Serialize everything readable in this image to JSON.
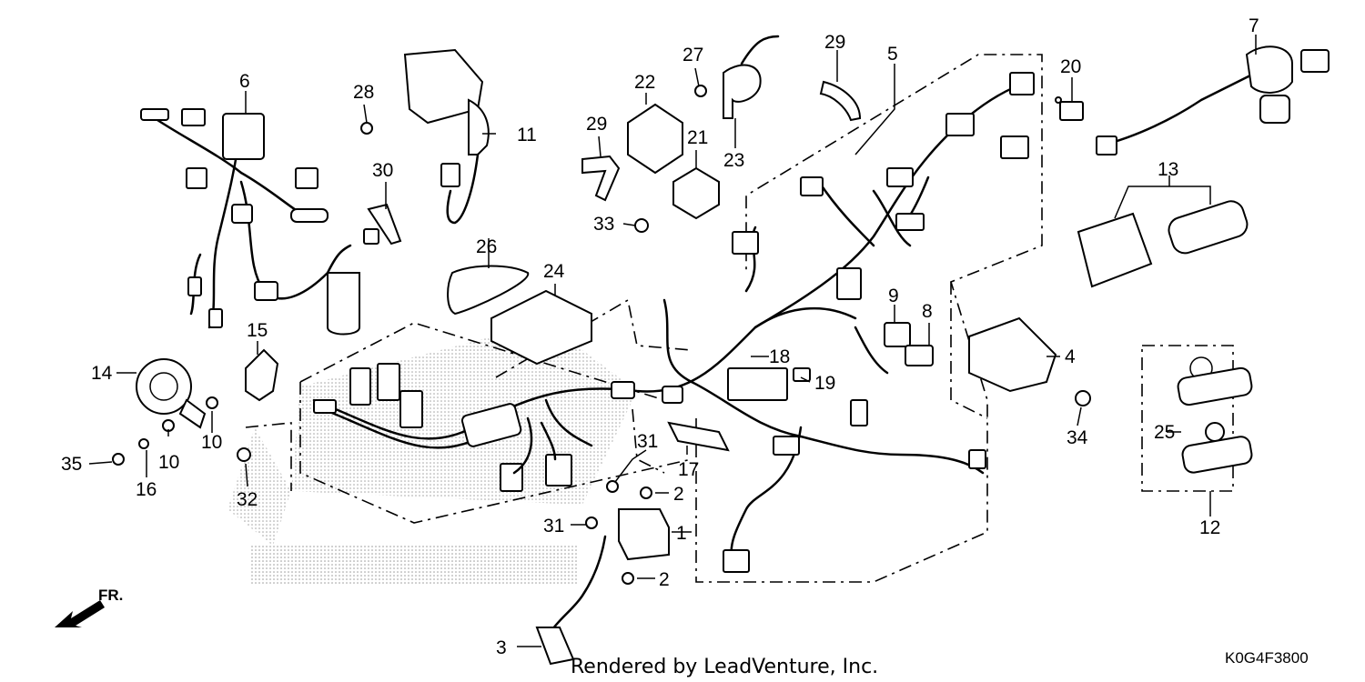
{
  "diagram": {
    "credit": "Rendered by LeadVenture, Inc.",
    "code": "K0G4F3800",
    "direction": "FR.",
    "watermark_icon": "honda-wing-logo-icon",
    "callouts": [
      {
        "id": "c1",
        "label": "1"
      },
      {
        "id": "c2a",
        "label": "2"
      },
      {
        "id": "c2b",
        "label": "2"
      },
      {
        "id": "c3",
        "label": "3"
      },
      {
        "id": "c4",
        "label": "4"
      },
      {
        "id": "c5",
        "label": "5"
      },
      {
        "id": "c6",
        "label": "6"
      },
      {
        "id": "c7",
        "label": "7"
      },
      {
        "id": "c8",
        "label": "8"
      },
      {
        "id": "c9",
        "label": "9"
      },
      {
        "id": "c10a",
        "label": "10"
      },
      {
        "id": "c10b",
        "label": "10"
      },
      {
        "id": "c11",
        "label": "11"
      },
      {
        "id": "c12",
        "label": "12"
      },
      {
        "id": "c13",
        "label": "13"
      },
      {
        "id": "c14",
        "label": "14"
      },
      {
        "id": "c15",
        "label": "15"
      },
      {
        "id": "c16",
        "label": "16"
      },
      {
        "id": "c17",
        "label": "17"
      },
      {
        "id": "c18",
        "label": "18"
      },
      {
        "id": "c19",
        "label": "19"
      },
      {
        "id": "c20",
        "label": "20"
      },
      {
        "id": "c21",
        "label": "21"
      },
      {
        "id": "c22",
        "label": "22"
      },
      {
        "id": "c23",
        "label": "23"
      },
      {
        "id": "c24",
        "label": "24"
      },
      {
        "id": "c25",
        "label": "25"
      },
      {
        "id": "c26",
        "label": "26"
      },
      {
        "id": "c27",
        "label": "27"
      },
      {
        "id": "c28",
        "label": "28"
      },
      {
        "id": "c29a",
        "label": "29"
      },
      {
        "id": "c29b",
        "label": "29"
      },
      {
        "id": "c30",
        "label": "30"
      },
      {
        "id": "c31a",
        "label": "31"
      },
      {
        "id": "c31b",
        "label": "31"
      },
      {
        "id": "c32",
        "label": "32"
      },
      {
        "id": "c33",
        "label": "33"
      },
      {
        "id": "c34",
        "label": "34"
      },
      {
        "id": "c35",
        "label": "35"
      }
    ]
  }
}
